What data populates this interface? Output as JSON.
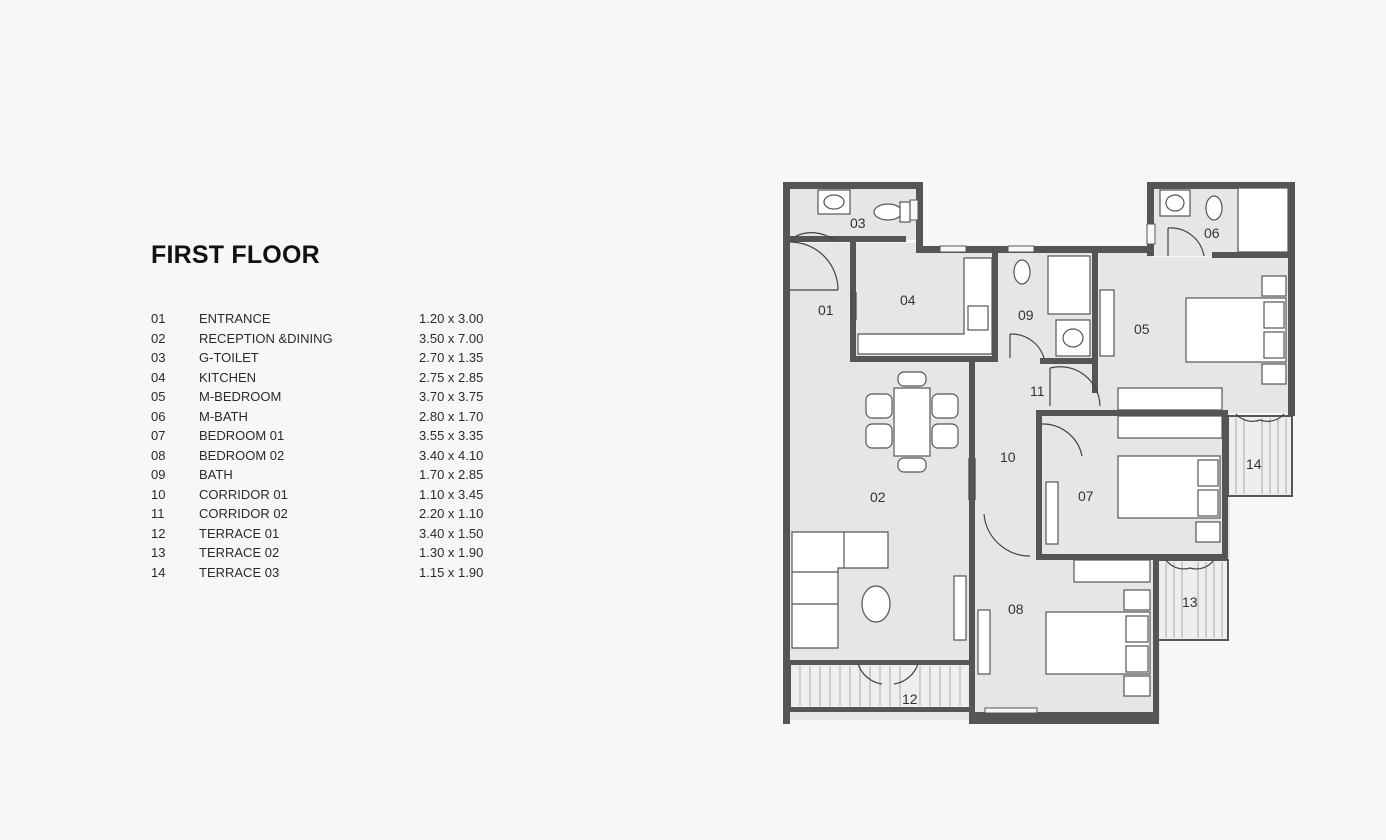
{
  "title": "FIRST FLOOR",
  "rooms": [
    {
      "num": "01",
      "name": "ENTRANCE",
      "size": "1.20 x 3.00"
    },
    {
      "num": "02",
      "name": "RECEPTION &DINING",
      "size": "3.50 x 7.00"
    },
    {
      "num": "03",
      "name": "G-TOILET",
      "size": "2.70 x 1.35"
    },
    {
      "num": "04",
      "name": "KITCHEN",
      "size": "2.75 x 2.85"
    },
    {
      "num": "05",
      "name": "M-BEDROOM",
      "size": "3.70 x 3.75"
    },
    {
      "num": "06",
      "name": "M-BATH",
      "size": "2.80 x 1.70"
    },
    {
      "num": "07",
      "name": "BEDROOM 01",
      "size": "3.55 x 3.35"
    },
    {
      "num": "08",
      "name": "BEDROOM 02",
      "size": "3.40 x 4.10"
    },
    {
      "num": "09",
      "name": "BATH",
      "size": "1.70 x 2.85"
    },
    {
      "num": "10",
      "name": "CORRIDOR 01",
      "size": "1.10 x 3.45"
    },
    {
      "num": "11",
      "name": "CORRIDOR 02",
      "size": "2.20 x 1.10"
    },
    {
      "num": "12",
      "name": "TERRACE 01",
      "size": "3.40 x 1.50"
    },
    {
      "num": "13",
      "name": "TERRACE 02",
      "size": "1.30 x 1.90"
    },
    {
      "num": "14",
      "name": "TERRACE 03",
      "size": "1.15 x 1.90"
    }
  ],
  "plan_labels": {
    "r01": "01",
    "r02": "02",
    "r03": "03",
    "r04": "04",
    "r05": "05",
    "r06": "06",
    "r07": "07",
    "r08": "08",
    "r09": "09",
    "r10": "10",
    "r11": "11",
    "r12": "12",
    "r13": "13",
    "r14": "14"
  },
  "colors": {
    "wall": "#555555",
    "floor": "#e6e6e6",
    "background": "#f7f7f7",
    "furniture": "#ffffff",
    "line": "#444444"
  }
}
